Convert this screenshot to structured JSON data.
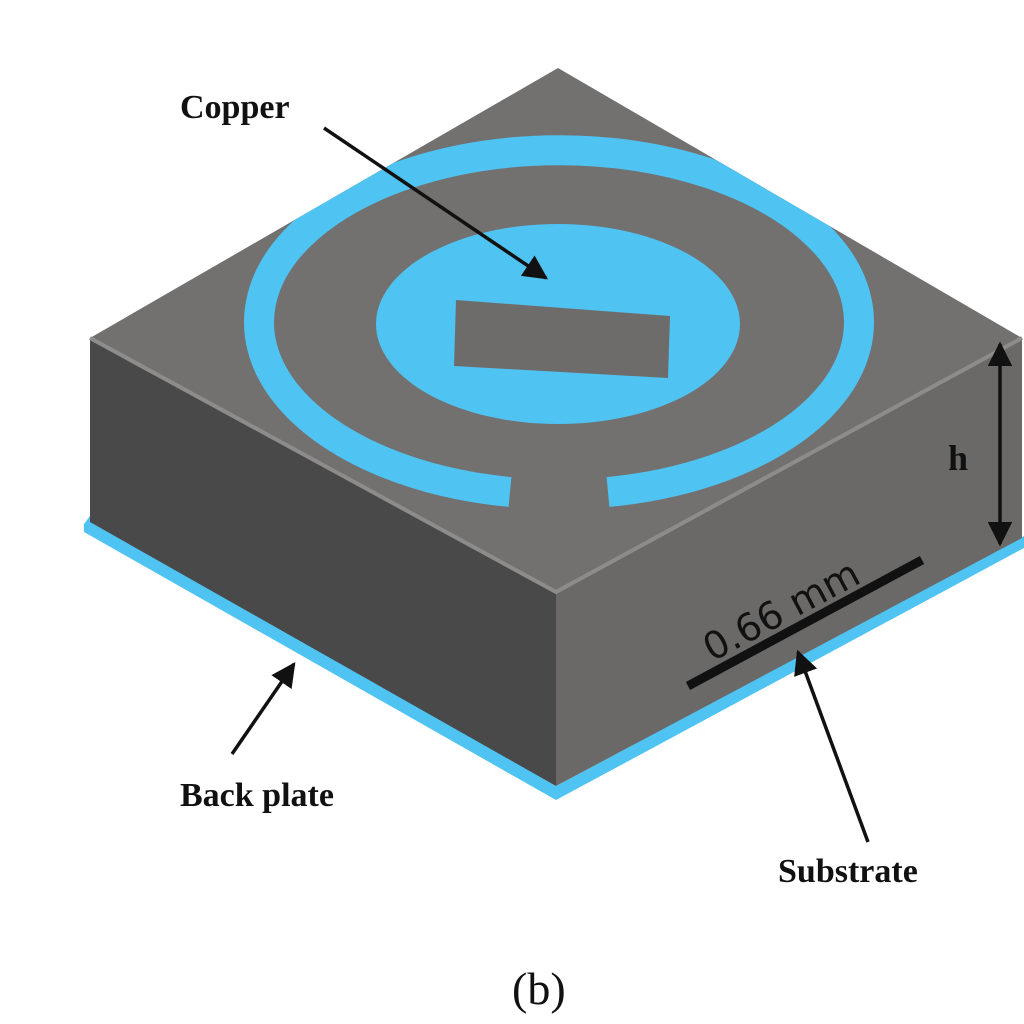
{
  "figure": {
    "labels": {
      "copper": "Copper",
      "height": "h",
      "width_dimension": "0.66 mm",
      "back_plate": "Back plate",
      "substrate": "Substrate"
    },
    "caption": "(b)"
  },
  "colors": {
    "copper": "#4fc3f2",
    "top_face": "#737170",
    "left_face": "#4a4949",
    "right_face": "#6a6968",
    "arrows": "#111111"
  }
}
